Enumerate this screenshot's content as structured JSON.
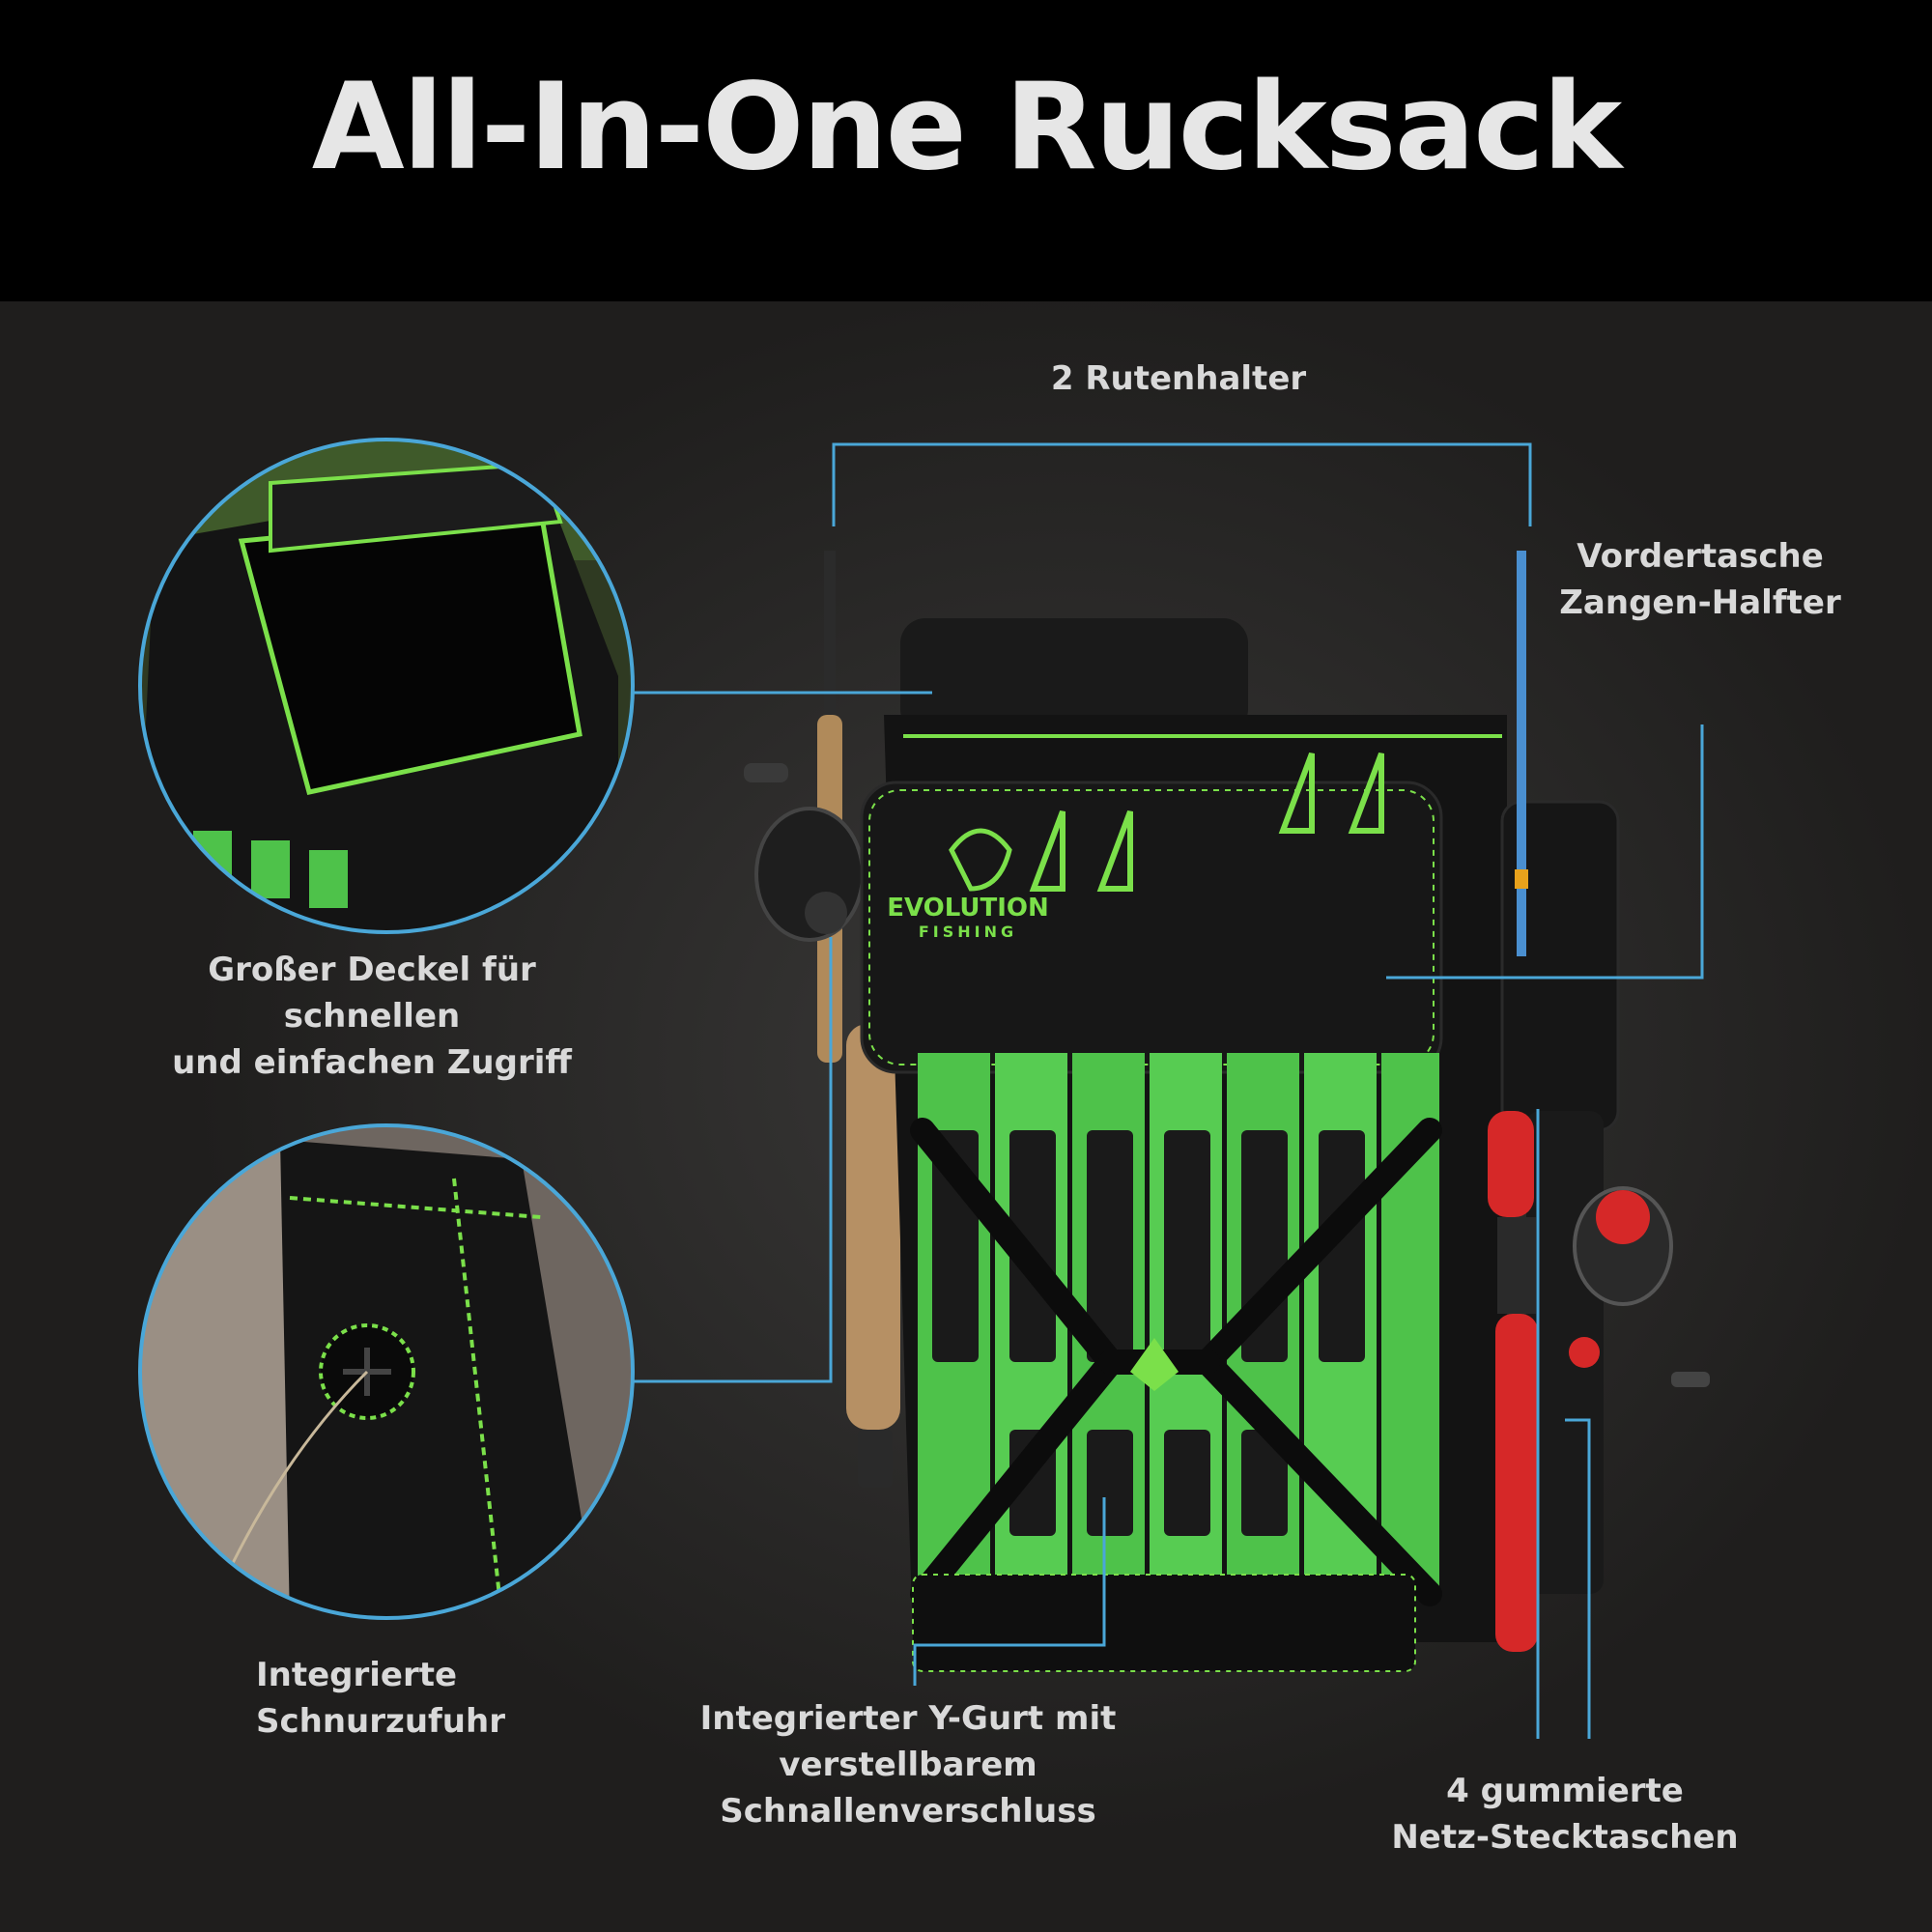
{
  "headline": "All-In-One Rucksack",
  "labels": {
    "rod_holders": "2 Rutenhalter",
    "front_pocket_line1": "Vordertasche",
    "front_pocket_line2": "Zangen-Halfter",
    "lid_line1": "Großer Deckel für schnellen",
    "lid_line2": "und einfachen Zugriff",
    "line_feed_line1": "Integrierte",
    "line_feed_line2": "Schnurzufuhr",
    "ystrap_line1": "Integrierter Y-Gurt mit",
    "ystrap_line2": "verstellbarem",
    "ystrap_line3": "Schnallenverschluss",
    "mesh_line1": "4 gummierte",
    "mesh_line2": "Netz-Stecktaschen"
  },
  "brand": {
    "logo_text": "EVOLUTION",
    "logo_subtext": "FISHING"
  },
  "colors": {
    "accent_green": "#7be04a",
    "callout_blue": "#4aa7d8",
    "bag_black": "#141414",
    "rod_red": "#d62828"
  }
}
